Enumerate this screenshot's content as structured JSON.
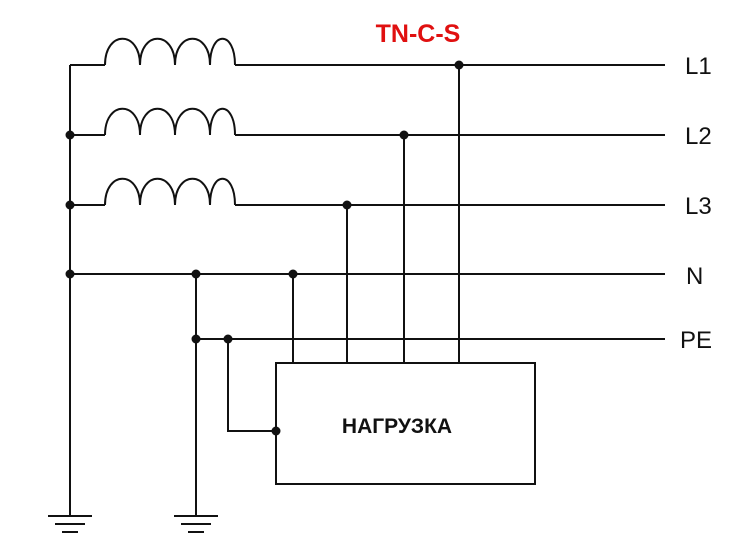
{
  "title": "TN-C-S",
  "colors": {
    "title": "#e01010",
    "line": "#111111",
    "background": "#ffffff"
  },
  "conductors": [
    {
      "id": "L1",
      "label": "L1"
    },
    {
      "id": "L2",
      "label": "L2"
    },
    {
      "id": "L3",
      "label": "L3"
    },
    {
      "id": "N",
      "label": "N"
    },
    {
      "id": "PE",
      "label": "PE"
    }
  ],
  "load": {
    "label": "НАГРУЗКА"
  },
  "grounds": [
    "ground-icon",
    "ground-icon"
  ],
  "coils": [
    "inductor-coil-icon",
    "inductor-coil-icon",
    "inductor-coil-icon"
  ]
}
